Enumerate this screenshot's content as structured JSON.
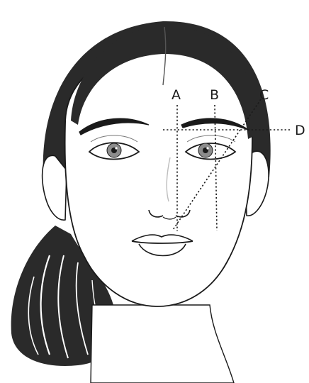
{
  "labels": {
    "a": "A",
    "b": "B",
    "c": "C",
    "d": "D"
  },
  "colors": {
    "hair": "#2a2a2a",
    "skin": "#ffffff",
    "outline": "#1a1a1a",
    "iris": "#8c8c8c",
    "shading": "#bdbdbd"
  },
  "icons": {
    "face": "face-illustration",
    "hair": "ponytail-hair"
  }
}
